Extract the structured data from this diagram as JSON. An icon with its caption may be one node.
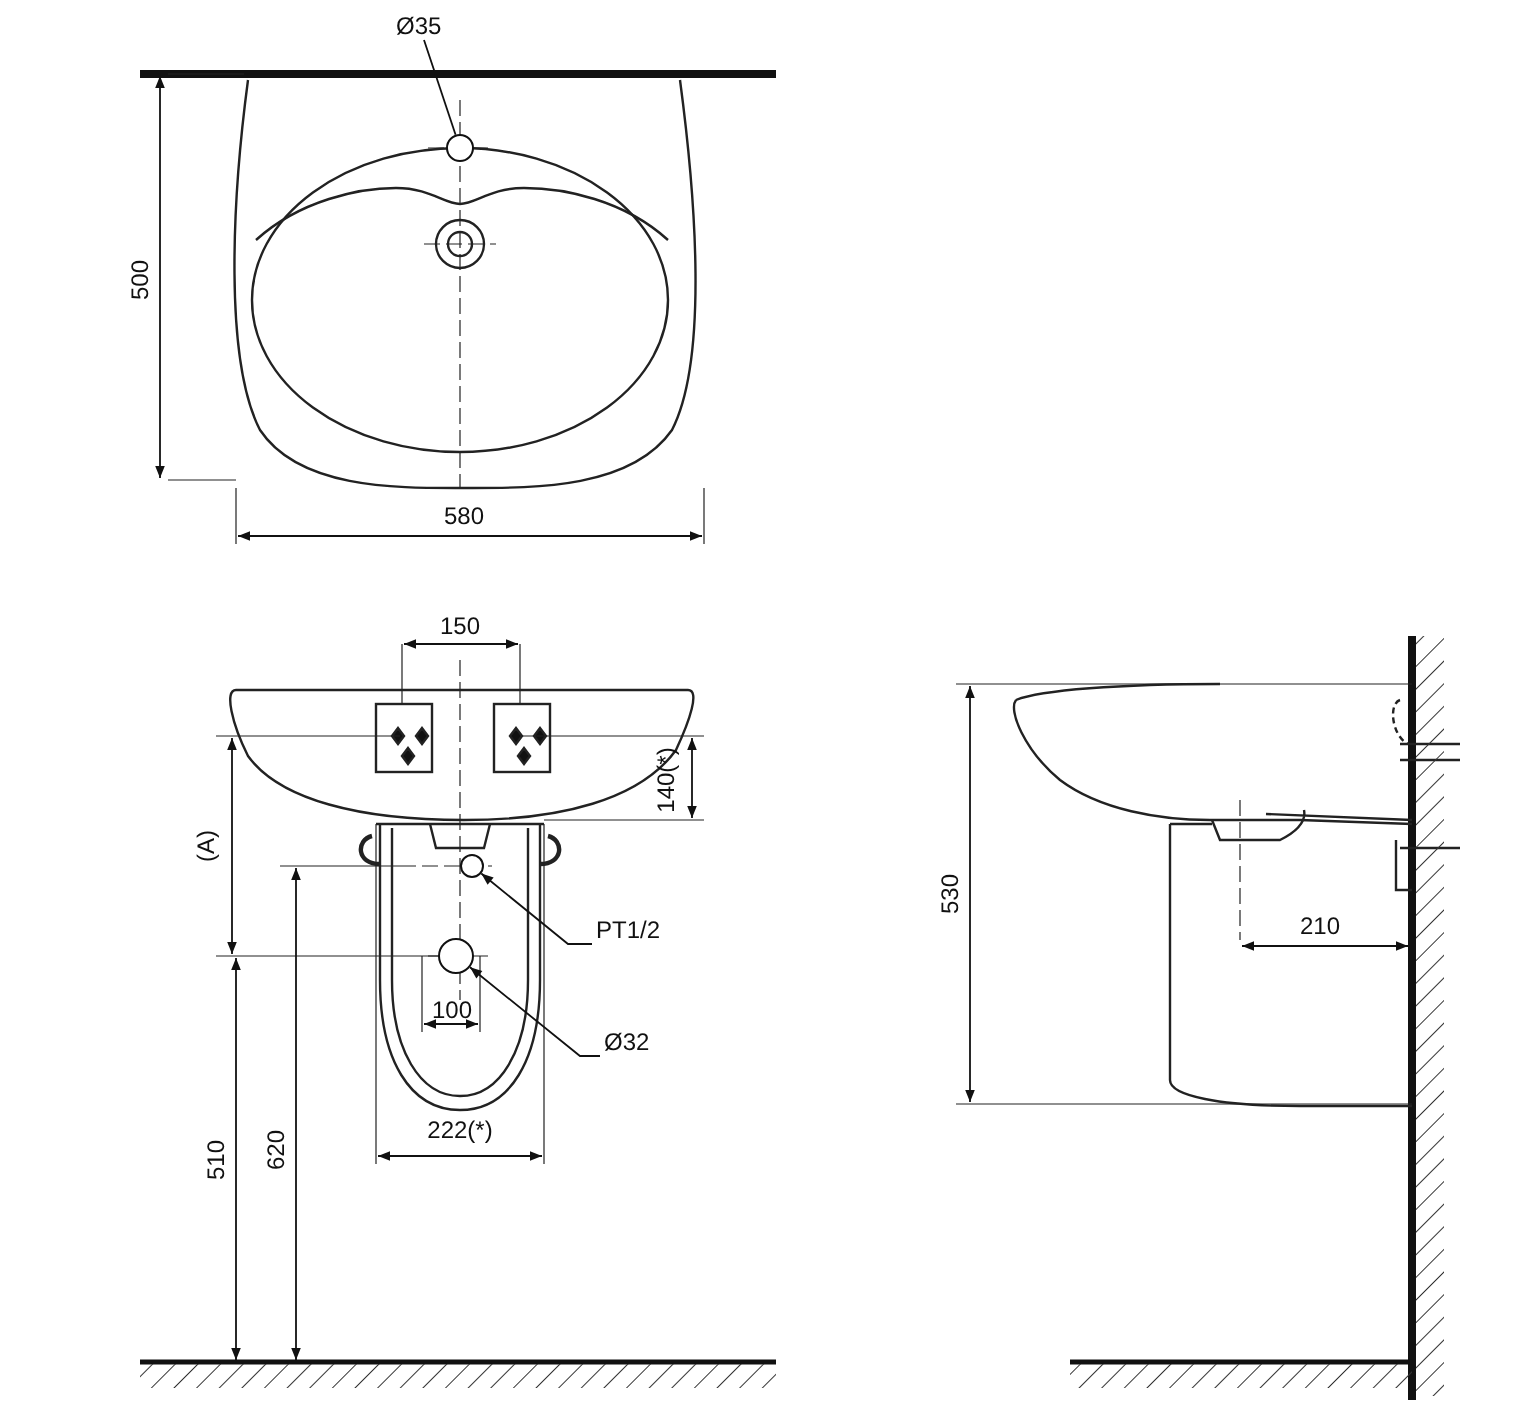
{
  "diagram": {
    "nodes": [
      {
        "text": [
          "Ø35"
        ]
      },
      {
        "text": [],
        "shape": "circle"
      },
      {
        "text": [
          "PT1/2"
        ]
      },
      {
        "text": [],
        "shape": "circle"
      },
      {
        "text": [
          "Ø32"
        ]
      },
      {
        "text": [],
        "shape": "circle"
      }
    ],
    "edges": [
      {
        "from": 0,
        "to": 1,
        "arrow": "none"
      },
      {
        "from": 2,
        "to": 3,
        "arrow": "to"
      },
      {
        "from": 4,
        "to": 5,
        "arrow": "to"
      }
    ],
    "labels": [
      "500",
      "580",
      "150",
      "140(*)",
      "(A)",
      "100",
      "222(*)",
      "620",
      "510",
      "530",
      "210"
    ]
  }
}
